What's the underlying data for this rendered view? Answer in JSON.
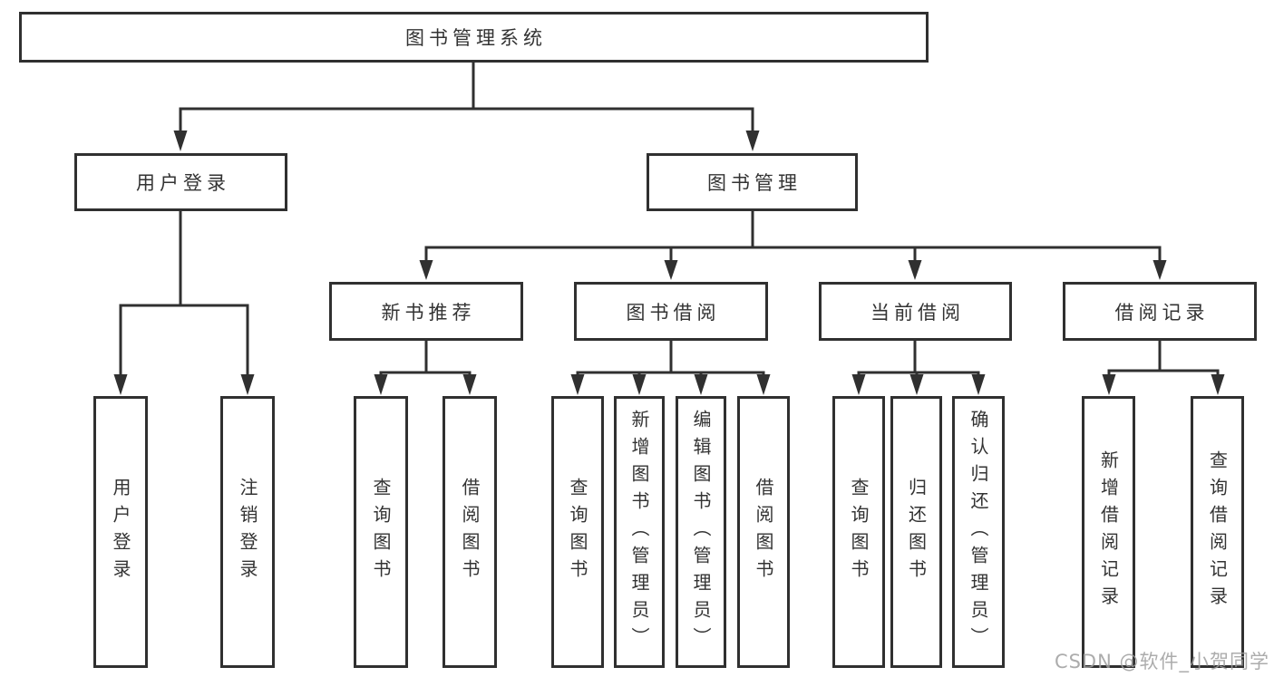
{
  "tree": {
    "label": "图书管理系统",
    "children": [
      {
        "label": "用户登录",
        "children": [
          {
            "label": "用户登录"
          },
          {
            "label": "注销登录"
          }
        ]
      },
      {
        "label": "图书管理",
        "children": [
          {
            "label": "新书推荐",
            "children": [
              {
                "label": "查询图书"
              },
              {
                "label": "借阅图书"
              }
            ]
          },
          {
            "label": "图书借阅",
            "children": [
              {
                "label": "查询图书"
              },
              {
                "label": "新增图书（管理员）"
              },
              {
                "label": "编辑图书（管理员）"
              },
              {
                "label": "借阅图书"
              }
            ]
          },
          {
            "label": "当前借阅",
            "children": [
              {
                "label": "查询图书"
              },
              {
                "label": "归还图书"
              },
              {
                "label": "确认归还（管理员）"
              }
            ]
          },
          {
            "label": "借阅记录",
            "children": [
              {
                "label": "新增借阅记录"
              },
              {
                "label": "查询借阅记录"
              }
            ]
          }
        ]
      }
    ]
  },
  "watermark": {
    "text": "CSDN @软件_小贺同学"
  },
  "colors": {
    "line": "#303030",
    "text": "#333333",
    "node_background": "#ffffff",
    "page_background": "#ffffff",
    "watermark": "#9e9e9e"
  }
}
